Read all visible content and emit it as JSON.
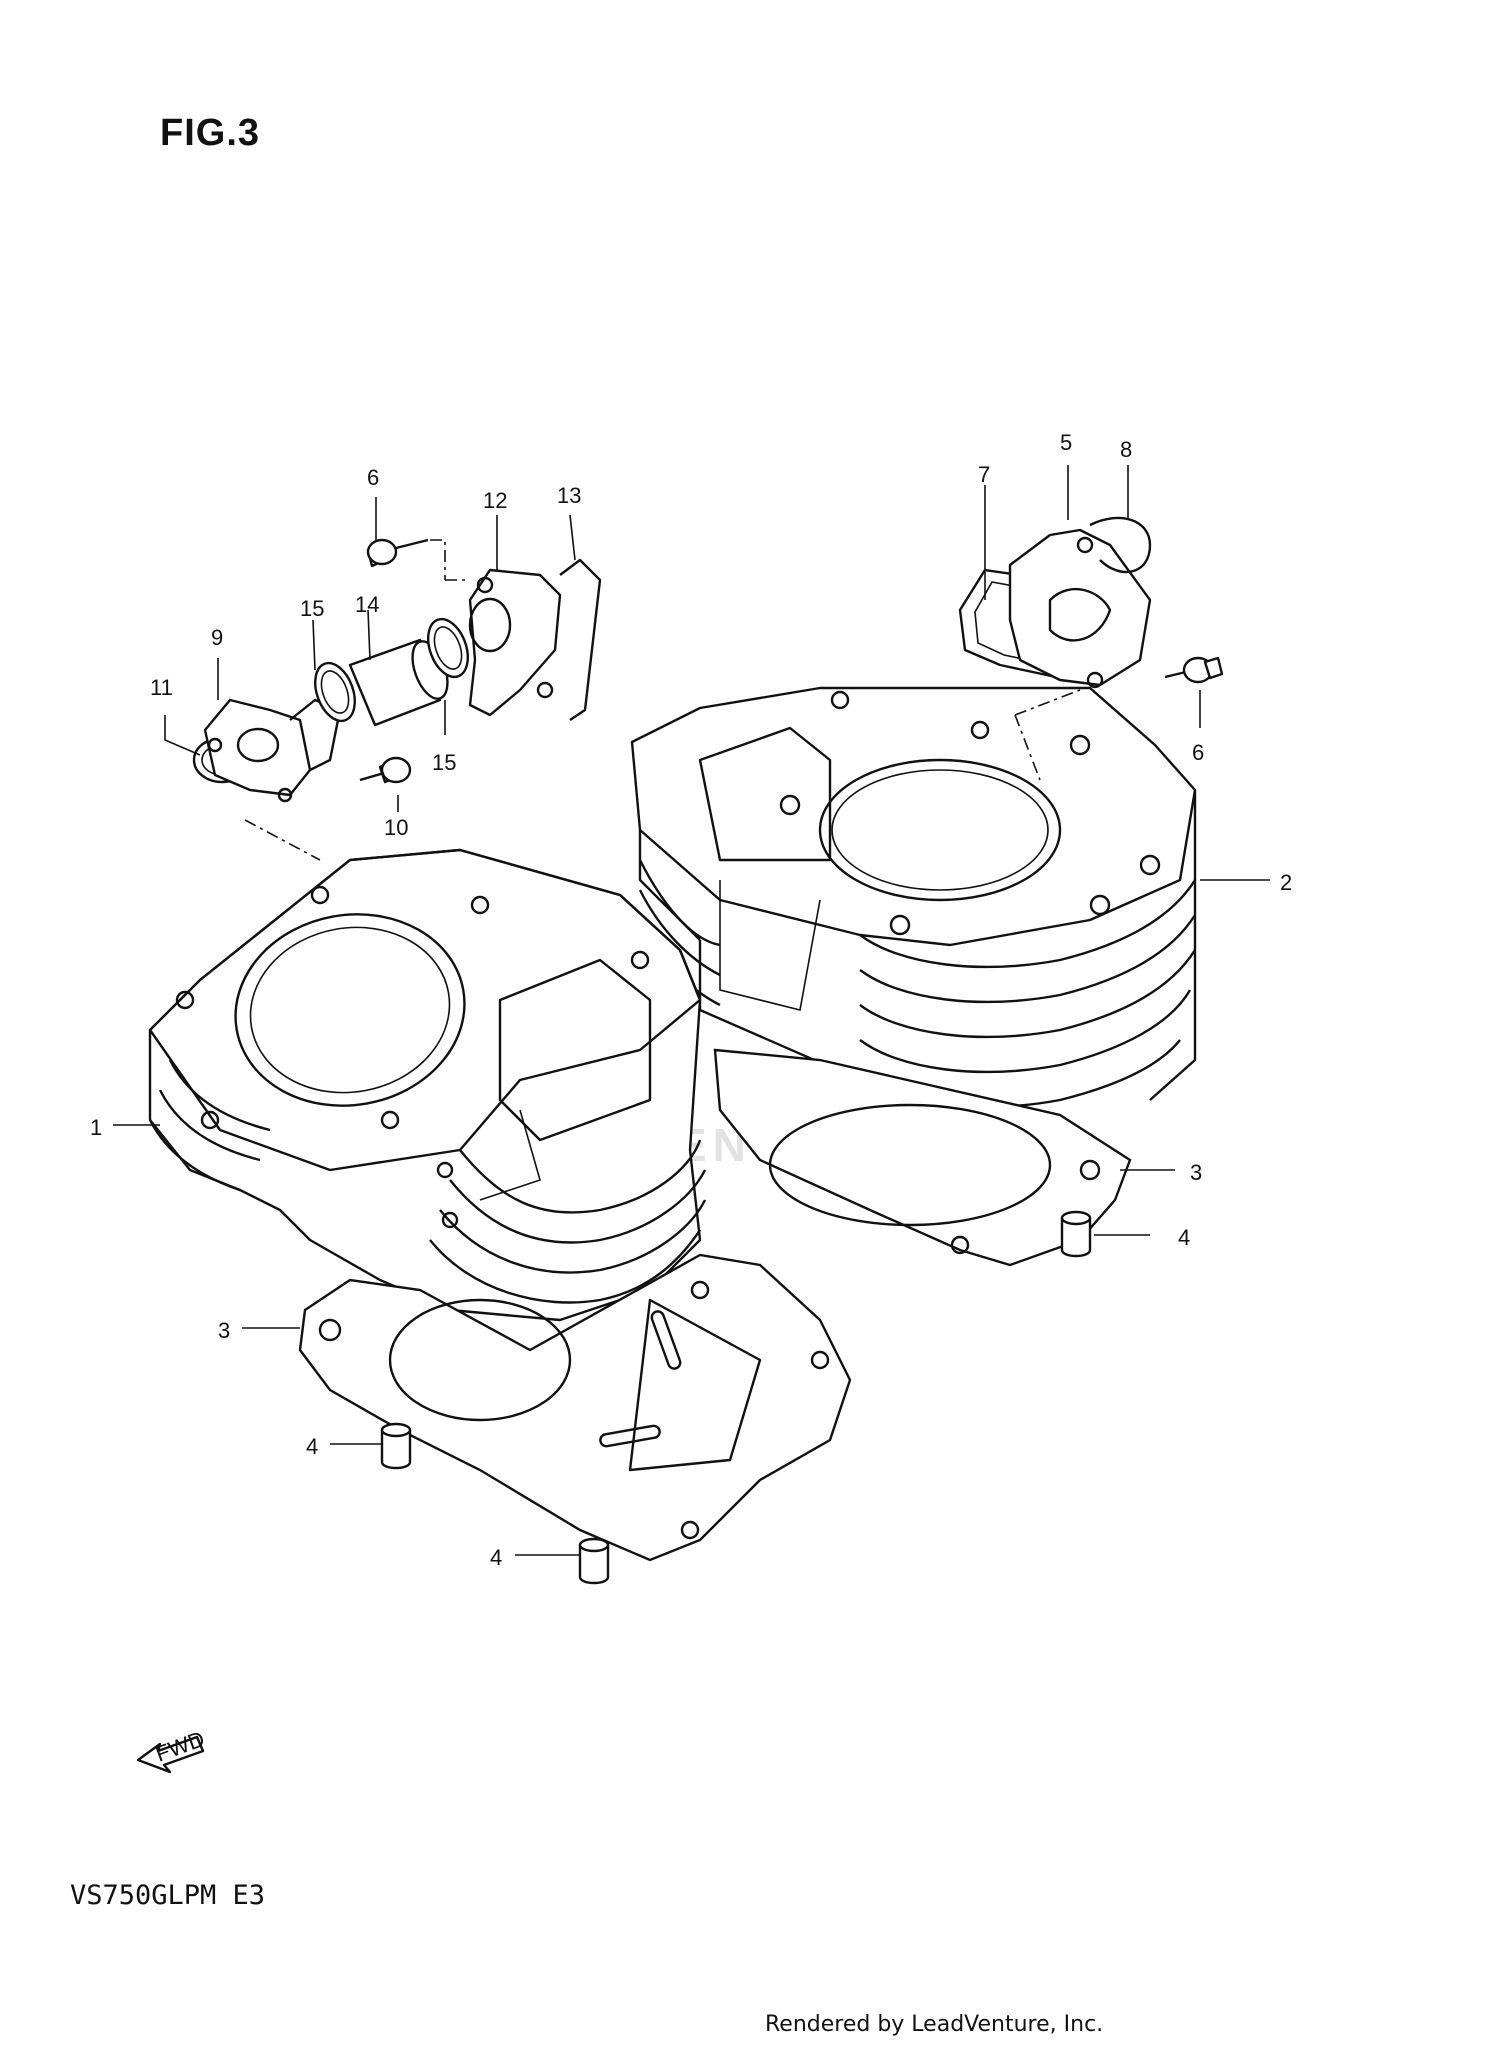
{
  "figure": {
    "title": "FIG.3"
  },
  "model_code": "VS750GLPM E3",
  "footer": "Rendered by LeadVenture, Inc.",
  "watermark": "LEADVENTURE",
  "fwd_label": "FWD",
  "callouts": {
    "c1": "1",
    "c2": "2",
    "c3a": "3",
    "c3b": "3",
    "c4a": "4",
    "c4b": "4",
    "c4c": "4",
    "c5": "5",
    "c6a": "6",
    "c6b": "6",
    "c7": "7",
    "c8": "8",
    "c9": "9",
    "c10": "10",
    "c11": "11",
    "c12": "12",
    "c13": "13",
    "c14": "14",
    "c15a": "15",
    "c15b": "15"
  }
}
